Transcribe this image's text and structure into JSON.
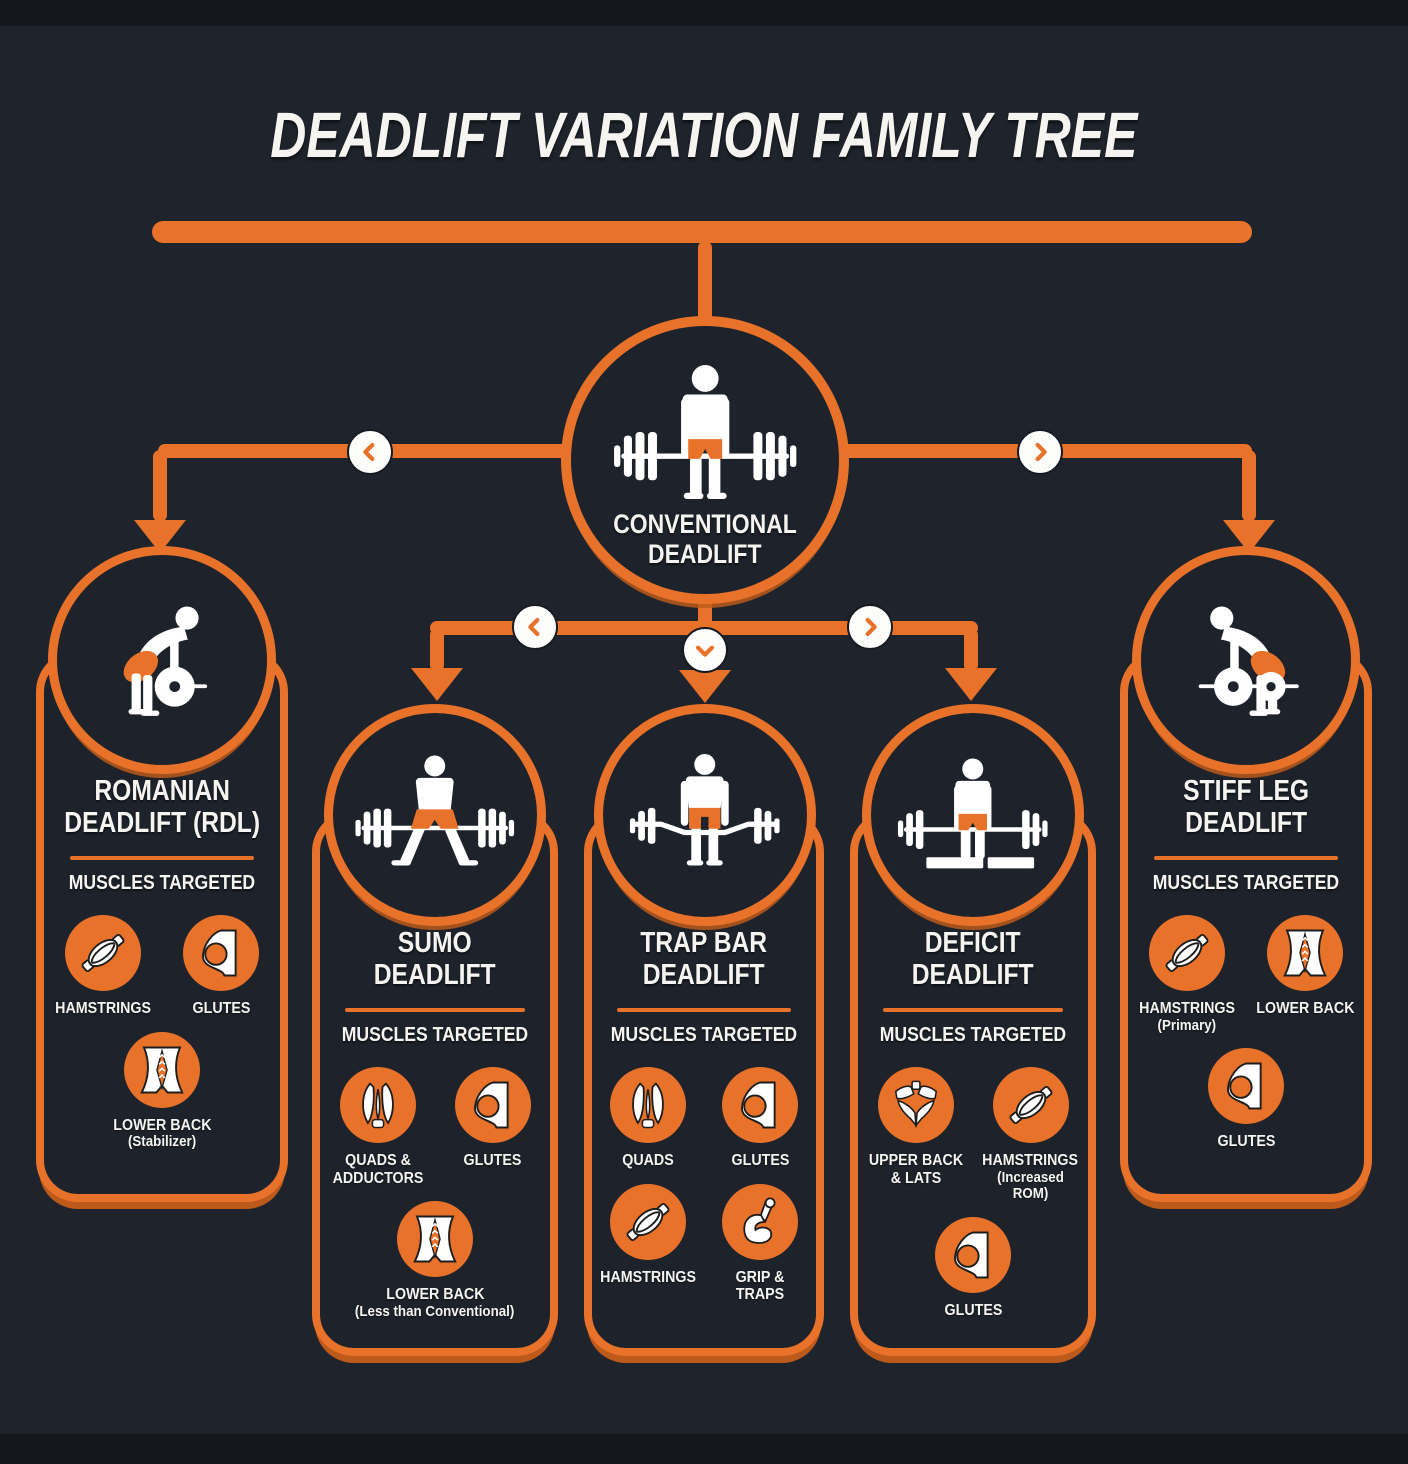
{
  "title": "DEADLIFT VARIATION FAMILY TREE",
  "root": {
    "title_line1": "CONVENTIONAL",
    "title_line2": "DEADLIFT",
    "figure": "conventional-deadlift-figure"
  },
  "cards": [
    {
      "title_line1": "ROMANIAN",
      "title_line2": "DEADLIFT (RDL)",
      "muscles_heading": "MUSCLES TARGETED",
      "figure": "rdl-figure",
      "muscles": [
        {
          "icon": "muscle-icon",
          "label": "HAMSTRINGS",
          "sub": ""
        },
        {
          "icon": "glute-icon",
          "label": "GLUTES",
          "sub": ""
        },
        {
          "icon": "lower-back-icon",
          "label": "LOWER BACK",
          "sub": "(Stabilizer)"
        }
      ]
    },
    {
      "title_line1": "SUMO",
      "title_line2": "DEADLIFT",
      "muscles_heading": "MUSCLES TARGETED",
      "figure": "sumo-figure",
      "muscles": [
        {
          "icon": "quads-icon",
          "label": "QUADS & ADDUCTORS",
          "sub": ""
        },
        {
          "icon": "glute-icon",
          "label": "GLUTES",
          "sub": ""
        },
        {
          "icon": "lower-back-icon",
          "label": "LOWER BACK",
          "sub": "(Less than Conventional)"
        }
      ]
    },
    {
      "title_line1": "TRAP BAR",
      "title_line2": "DEADLIFT",
      "muscles_heading": "MUSCLES TARGETED",
      "figure": "trap-bar-figure",
      "muscles": [
        {
          "icon": "quads-icon",
          "label": "QUADS",
          "sub": ""
        },
        {
          "icon": "glute-icon",
          "label": "GLUTES",
          "sub": ""
        },
        {
          "icon": "muscle-icon",
          "label": "HAMSTRINGS",
          "sub": ""
        },
        {
          "icon": "bicep-icon",
          "label": "GRIP & TRAPS",
          "sub": ""
        }
      ]
    },
    {
      "title_line1": "DEFICIT",
      "title_line2": "DEADLIFT",
      "muscles_heading": "MUSCLES TARGETED",
      "figure": "deficit-figure",
      "muscles": [
        {
          "icon": "upper-back-icon",
          "label": "UPPER BACK & LATS",
          "sub": ""
        },
        {
          "icon": "muscle-icon",
          "label": "HAMSTRINGS",
          "sub": "(Increased ROM)"
        },
        {
          "icon": "glute-icon",
          "label": "GLUTES",
          "sub": ""
        }
      ]
    },
    {
      "title_line1": "STIFF LEG",
      "title_line2": "DEADLIFT",
      "muscles_heading": "MUSCLES TARGETED",
      "figure": "stiff-leg-figure",
      "muscles": [
        {
          "icon": "muscle-icon",
          "label": "HAMSTRINGS",
          "sub": "(Primary)"
        },
        {
          "icon": "lower-back-icon",
          "label": "LOWER BACK",
          "sub": ""
        },
        {
          "icon": "glute-icon",
          "label": "GLUTES",
          "sub": ""
        }
      ]
    }
  ],
  "colors": {
    "orange": "#e8722a",
    "orange_dark": "#bc5a1b",
    "background": "#1f242c",
    "card_background": "#1e232b",
    "frame": "#14171b",
    "text_white": "#f5f4f1"
  }
}
